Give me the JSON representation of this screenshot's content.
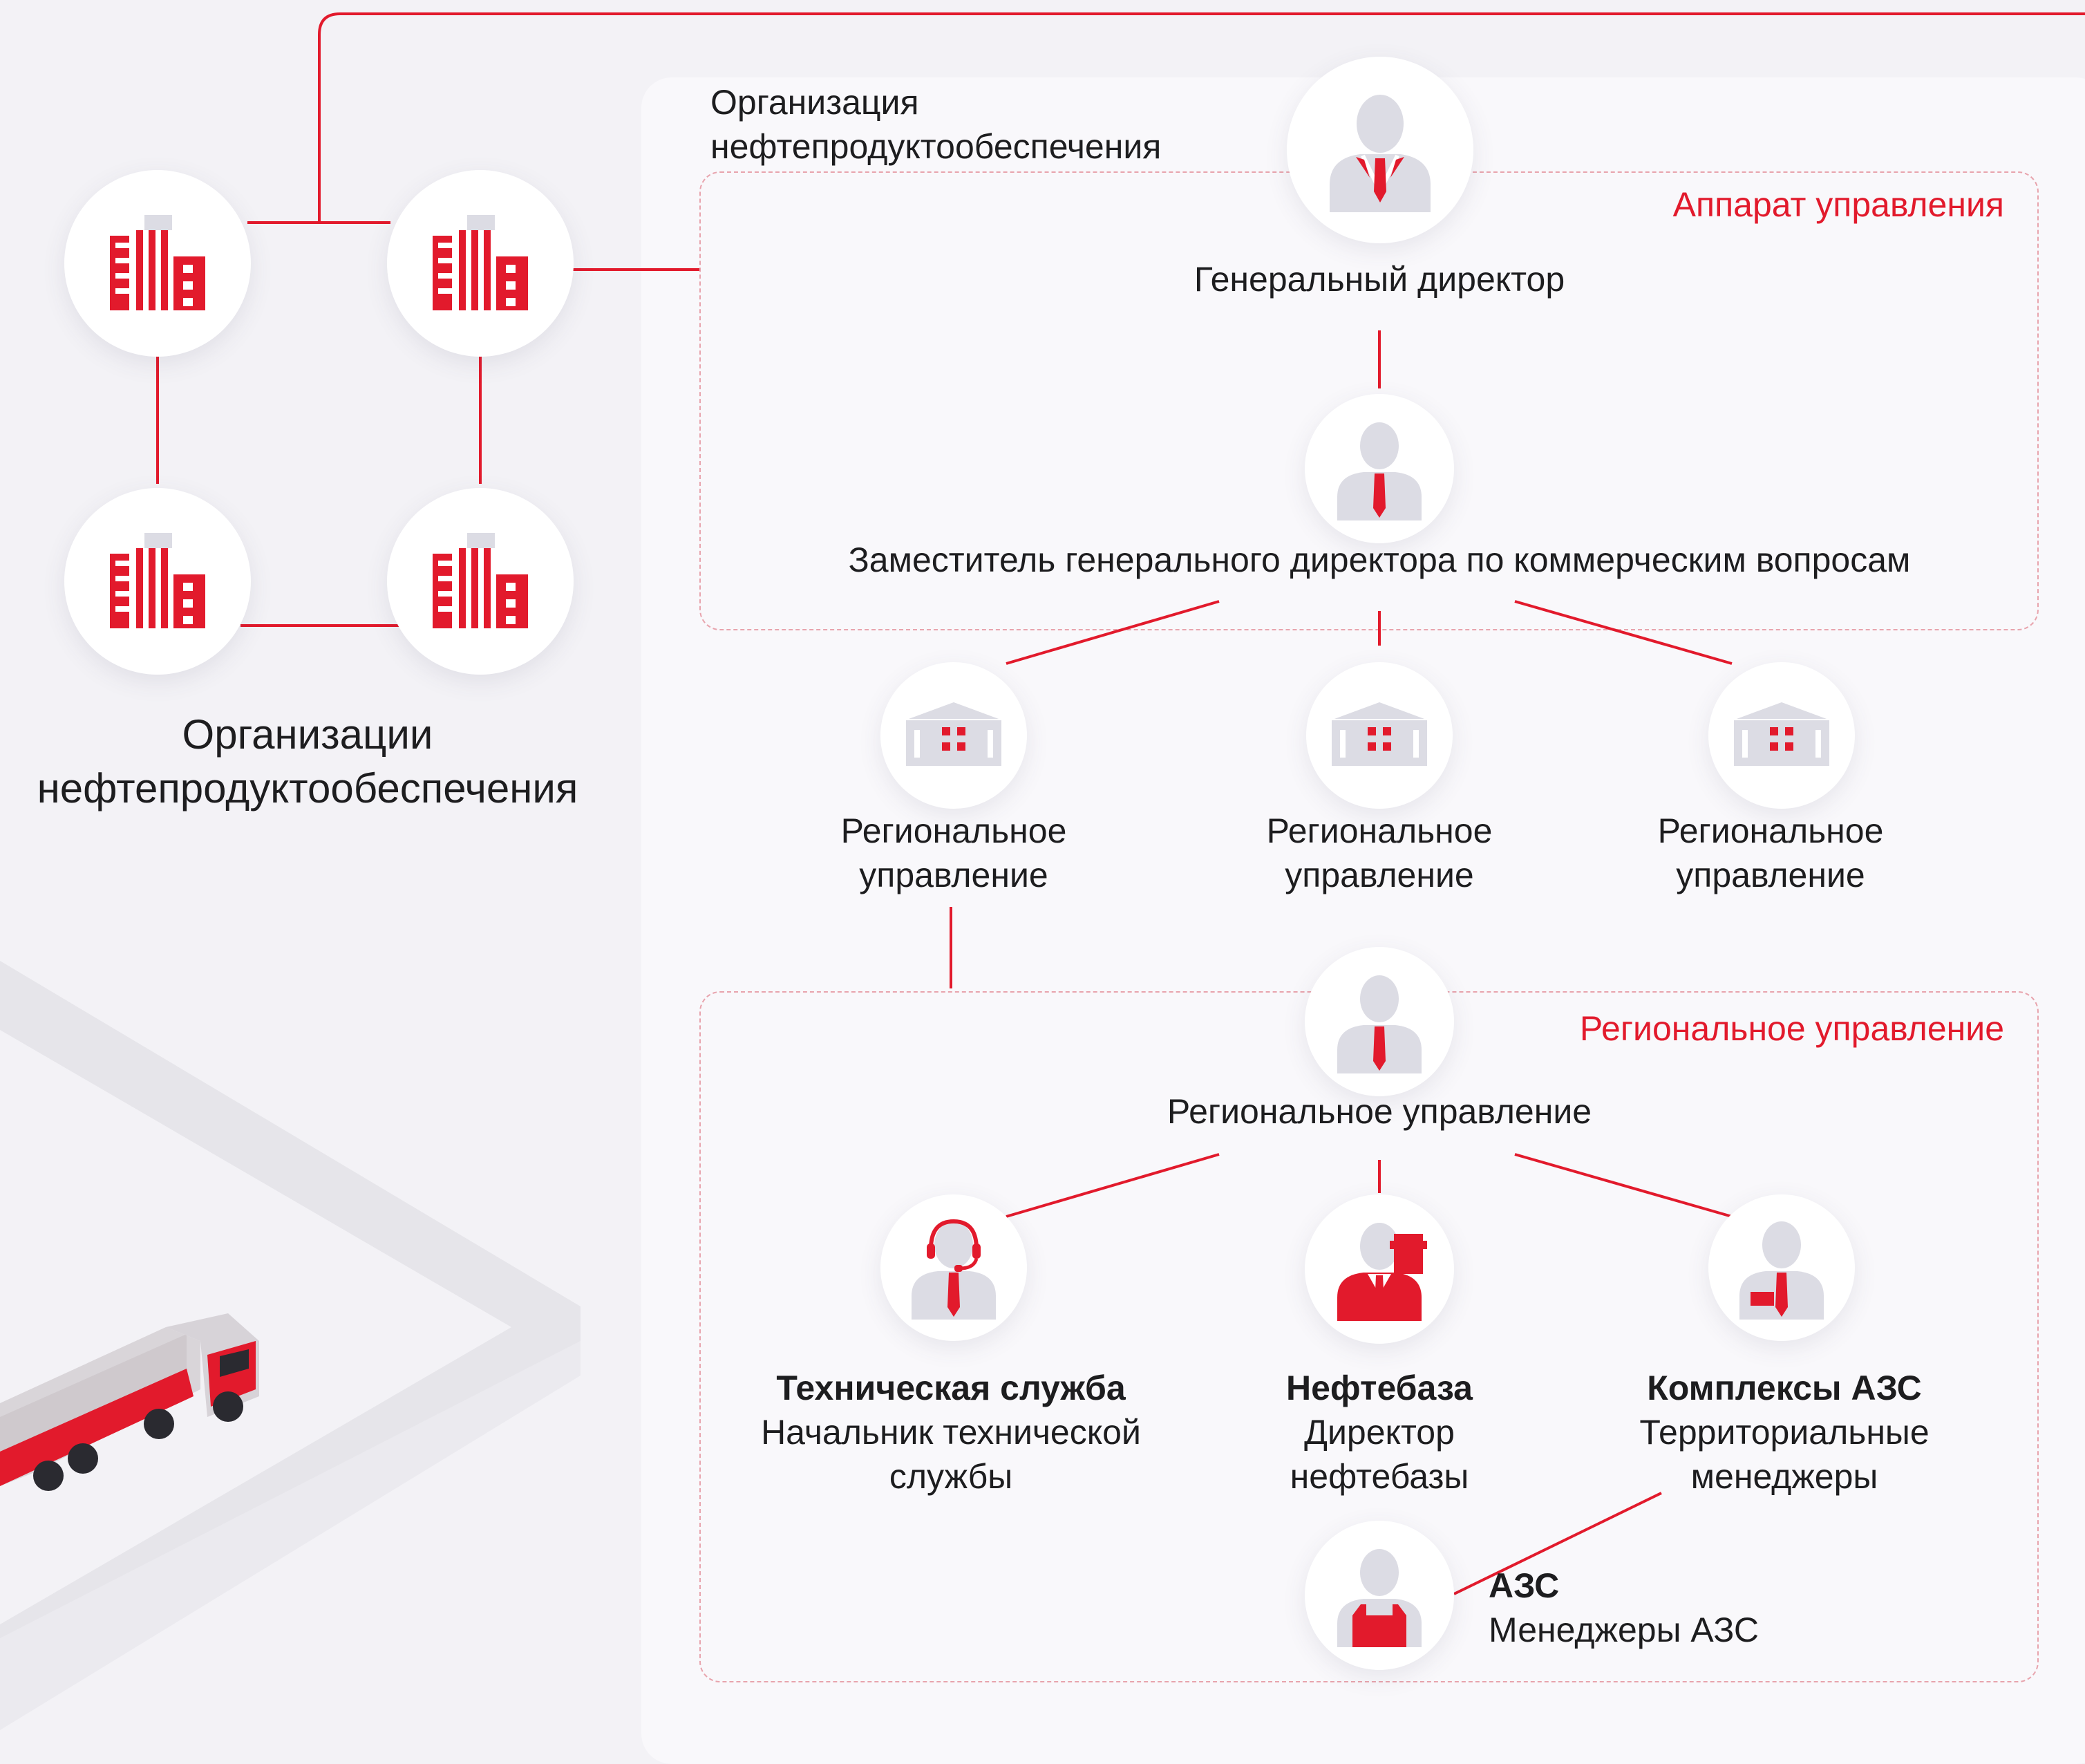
{
  "left_org": {
    "caption_line1": "Организации",
    "caption_line2": "нефтепродуктообеспечения",
    "icon": "office-building-icon"
  },
  "panel": {
    "title_line1": "Организация",
    "title_line2": "нефтепродуктообеспечения"
  },
  "management_box": {
    "label": "Аппарат управления",
    "general_director": "Генеральный директор",
    "deputy": "Заместитель генерального директора по коммерческим вопросам"
  },
  "regional_offices": [
    {
      "line1": "Региональное",
      "line2": "управление"
    },
    {
      "line1": "Региональное",
      "line2": "управление"
    },
    {
      "line1": "Региональное",
      "line2": "управление"
    }
  ],
  "regional_box": {
    "label": "Региональное управление",
    "head": "Региональное управление"
  },
  "units": [
    {
      "title": "Техническая служба",
      "line1": "Начальник технической",
      "line2": "службы",
      "icon": "headset-person-icon"
    },
    {
      "title": "Нефтебаза",
      "line1": "Директор",
      "line2": "нефтебазы",
      "icon": "oil-depot-person-icon"
    },
    {
      "title": "Комплексы АЗС",
      "line1": "Территориальные",
      "line2": "менеджеры",
      "icon": "manager-person-icon"
    }
  ],
  "station": {
    "title": "АЗС",
    "subtitle": "Менеджеры АЗС",
    "icon": "station-worker-icon"
  },
  "colors": {
    "accent": "#e21a2c",
    "dashed": "#e8a4ad",
    "background": "#f3f2f6",
    "panel": "#f9f8fb",
    "icon_grey": "#dcdce4"
  }
}
